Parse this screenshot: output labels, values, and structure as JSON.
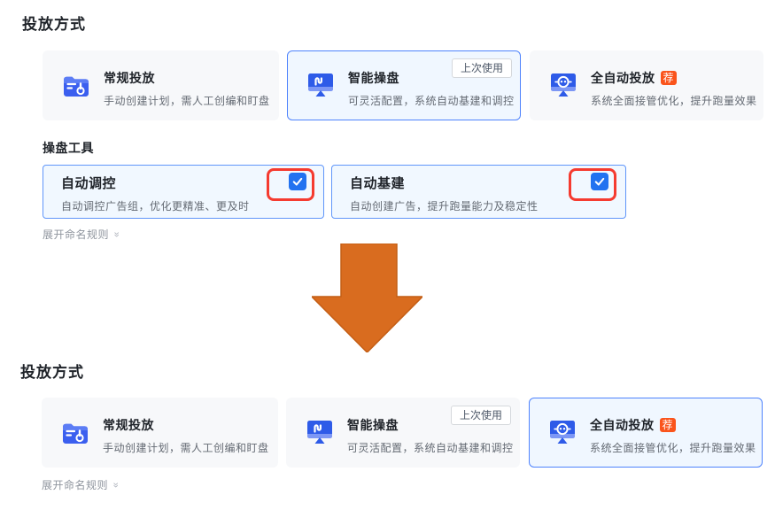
{
  "colors": {
    "accent_blue": "#4E83FD",
    "icon_blue": "#3B5FEF",
    "icon_blue_light": "#7D97F5",
    "selected_bg": "#F0F7FF",
    "card_bg": "#F7F8FA",
    "checkbox_blue": "#2272F0",
    "annotation_red": "#F53B30",
    "rec_tag_orange": "#FA541C",
    "arrow_orange": "#D96C1F"
  },
  "icons": {
    "folder": "folder-doc-pointer-icon",
    "monitor_wave": "monitor-wave-icon",
    "monitor_face": "monitor-robot-face-icon",
    "checkmark": "checkmark-icon",
    "chevron": "double-chevron-down-icon",
    "arrow": "big-down-arrow-annotation"
  },
  "sections": [
    {
      "title": "投放方式",
      "cards": [
        {
          "title": "常规投放",
          "desc": "手动创建计划，需人工创编和盯盘",
          "selected": false
        },
        {
          "title": "智能操盘",
          "desc": "可灵活配置，系统自动基建和调控",
          "selected": true,
          "badge": "上次使用"
        },
        {
          "title": "全自动投放",
          "desc": "系统全面接管优化，提升跑量效果",
          "selected": false,
          "tag": "荐"
        }
      ],
      "tools_title": "操盘工具",
      "tools": [
        {
          "title": "自动调控",
          "desc": "自动调控广告组，优化更精准、更及时",
          "checked": true
        },
        {
          "title": "自动基建",
          "desc": "自动创建广告，提升跑量能力及稳定性",
          "checked": true
        }
      ],
      "expand_link": "展开命名规则"
    },
    {
      "title": "投放方式",
      "cards": [
        {
          "title": "常规投放",
          "desc": "手动创建计划，需人工创编和盯盘",
          "selected": false
        },
        {
          "title": "智能操盘",
          "desc": "可灵活配置，系统自动基建和调控",
          "selected": false,
          "badge": "上次使用"
        },
        {
          "title": "全自动投放",
          "desc": "系统全面接管优化，提升跑量效果",
          "selected": true,
          "tag": "荐"
        }
      ],
      "expand_link": "展开命名规则"
    }
  ]
}
